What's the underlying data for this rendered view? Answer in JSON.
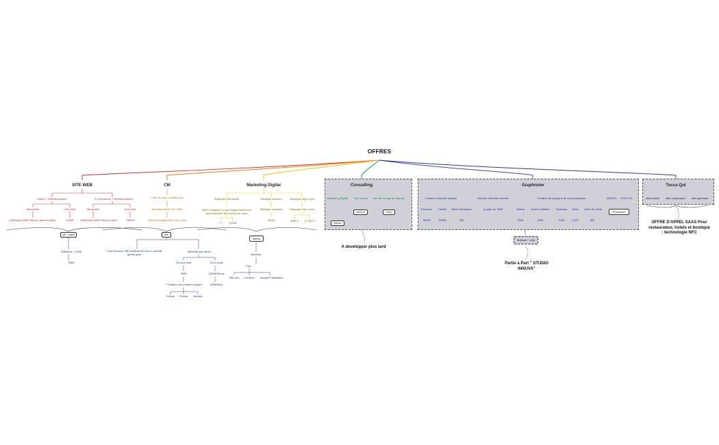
{
  "root": "OFFRES",
  "branches": {
    "site_web": {
      "title": "SITE WEB",
      "vitrine": "Vitrine + Référencement",
      "ecommerce": "E-Commerce + Référencement",
      "mensuelle_1": "Mensuelle",
      "oneshot_1": "One Shot",
      "mensuelle_2": "Mensuelle",
      "oneshot_2": "One Shot",
      "price_1": "120€/mois 450€ frais de mise en place",
      "price_2": "1190€",
      "price_3": "180€/mois 650€ mise en place",
      "price_4": "2800€",
      "box": "ytb - pasfo",
      "after_1": "36€/Mois + 225€",
      "after_2": "585€"
    },
    "cm": {
      "title": "CM",
      "offer_1": "Offre de base à 580€/mois",
      "offer_2": "Shooting Photo Pro 350€",
      "offer_3": "Offert si engagement de 3 mois",
      "box": "aks",
      "cout": "Cout Mensuel 30€ autofinancé avec 1 contrat qu'elle gère",
      "benefice": "Bénéfice par offres",
      "cm_oneshot": "CM one shot",
      "cm_3mois": "CM 3 mois",
      "v_350": "350€",
      "v_1309": "1309€/3mois",
      "v_430": "430€/mois",
      "creation": "+ Création du contenu à payer",
      "videos": "Videos",
      "photos": "Photos",
      "articles": "Articles"
    },
    "marketing": {
      "title": "Marketing Digital",
      "strat_1": "Stratégie Essentielle",
      "strat_2": "Stratégie Medium",
      "strat_3": "Stratégie high Level",
      "desc_1": "Offre s'adaptant à tout budget facilement automatisable fait court pour nous",
      "desc_2": "Stratégie complète",
      "desc_3": "Stratégie High Level",
      "p_1": "??",
      "p_2": "1500€",
      "p_3": "3500€",
      "p_4": "6000 €",
      "p_5": "10 000 €",
      "box": "Manon",
      "benefice": "Bénéfice",
      "prix": "Prix -",
      "site": "Site web",
      "contenu": "Contenu",
      "budget": "Budget Publicitaire"
    },
    "consulting": {
      "title": "Consulting",
      "item_1": "Marketing Digital",
      "item_2": "Dev Comm",
      "item_3": "Dev de l'image de Marque",
      "box_1": "Serena",
      "box_2": "Fabio",
      "box_3": "Manon",
      "note": "A developper plus tard"
    },
    "graphisme": {
      "title": "Graphisme",
      "cat_1": "Création d'identité visuelle",
      "cat_2": "Refonte d'identité visuelle",
      "cat_3": "Création de supports de communication",
      "cat_4": "VIDEOS",
      "cat_5": "PHOTOS",
      "premium": "Premium",
      "initiale": "Initiale",
      "micro": "Micro Entreprise",
      "a_partir": "A partir de 750€",
      "affiche": "Affiche",
      "charte": "Charte d'affiche",
      "depliants": "Dépliants",
      "flyer": "Flyer",
      "carte": "Carte de Visite",
      "v_premium": "3500€",
      "v_initiale": "1800€",
      "v_micro": "750",
      "v_affiche": "250€",
      "v_charte": "400€",
      "v_depliants": "200€",
      "v_flyer": "120€",
      "v_carte": "80€",
      "box_1": "Prestataire",
      "box_2": "Mathias + Leila",
      "note": "Partie à Part \" STUDIO INNUVA\""
    },
    "tocca": {
      "title": "Tocca Qui",
      "item_1": "offre hotels",
      "item_2": "offre restaurants",
      "item_3": "offre générale",
      "note": "OFFRE D'APPEL SAAS Pour restaurateur, hotels et boutique : technologie NFC"
    }
  },
  "colors": {
    "site_web": "#d32f2f",
    "cm": "#f57c00",
    "marketing": "#f9c300",
    "consulting": "#10a35f",
    "graphisme": "#3949ab",
    "tocca": "#283593",
    "panel": "#cfd0d8"
  }
}
